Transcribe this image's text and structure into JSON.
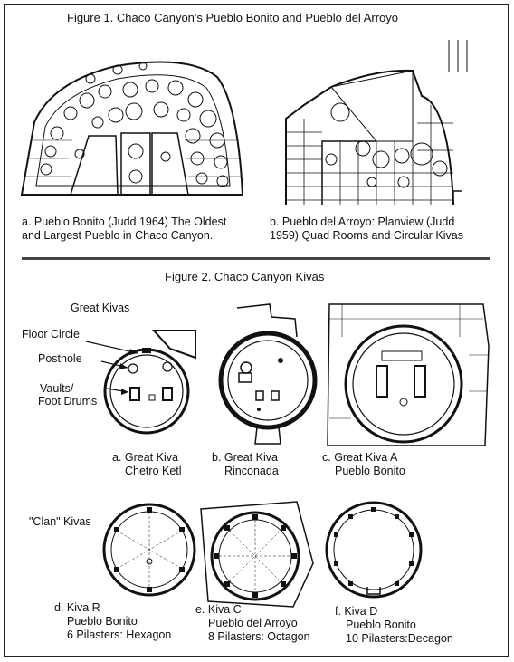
{
  "figure1": {
    "title": "Figure 1. Chaco Canyon's Pueblo Bonito and Pueblo del Arroyo",
    "caption_a_1": "a. Pueblo Bonito (Judd 1964) The Oldest",
    "caption_a_2": "and Largest Pueblo in Chaco Canyon.",
    "caption_b_1": "b. Pueblo del Arroyo: Planview (Judd",
    "caption_b_2": "1959) Quad Rooms and Circular Kivas"
  },
  "figure2": {
    "title": "Figure 2. Chaco Canyon Kivas",
    "labels": {
      "great_kivas": "Great Kivas",
      "floor_circle": "Floor Circle",
      "posthole": "Posthole",
      "vaults_1": "Vaults/",
      "vaults_2": "Foot Drums",
      "clan_kivas": "\"Clan\" Kivas"
    },
    "great": [
      {
        "line1": "a. Great Kiva",
        "line2": "Chetro Ketl"
      },
      {
        "line1": "b. Great Kiva",
        "line2": "Rinconada"
      },
      {
        "line1": "c. Great Kiva A",
        "line2": "Pueblo Bonito"
      }
    ],
    "clan": [
      {
        "line1": "d. Kiva R",
        "line2": "Pueblo Bonito",
        "line3": "6 Pilasters: Hexagon"
      },
      {
        "line1": "e. Kiva C",
        "line2": "Pueblo del Arroyo",
        "line3": "8 Pilasters: Octagon"
      },
      {
        "line1": "f. Kiva D",
        "line2": "Pueblo Bonito",
        "line3": "10 Pilasters:Decagon"
      }
    ]
  }
}
